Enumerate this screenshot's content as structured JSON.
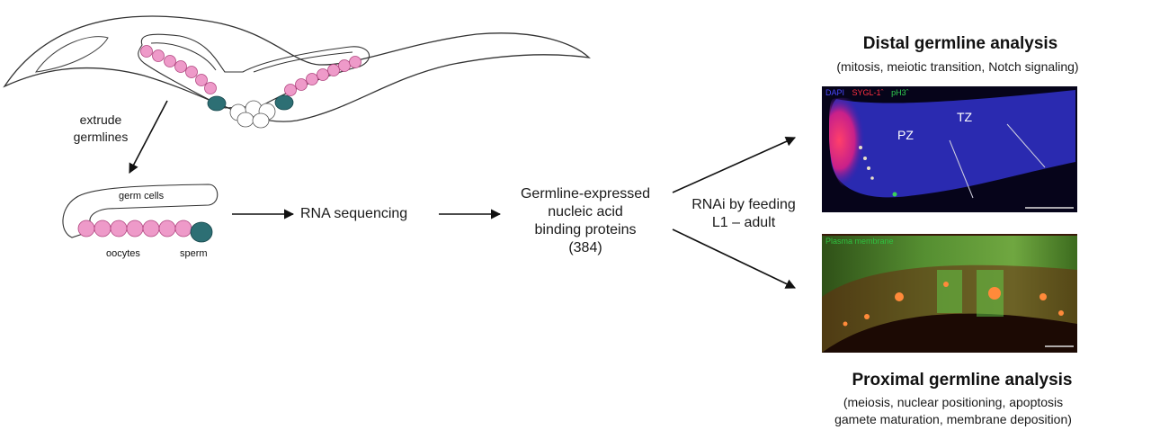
{
  "worm": {
    "label_extrude": [
      "extrude",
      "germlines"
    ]
  },
  "germline": {
    "germ_cells": "germ cells",
    "oocytes": "oocytes",
    "sperm": "sperm"
  },
  "flow": {
    "rna_seq": "RNA sequencing",
    "proteins": [
      "Germline-expressed",
      "nucleic acid",
      "binding proteins",
      "(384)"
    ],
    "rnai": [
      "RNAi by feeding",
      "L1 – adult"
    ]
  },
  "distal": {
    "title": "Distal germline analysis",
    "subtitle": "(mitosis, meiotic transition, Notch signaling)",
    "stain": {
      "dapi": "DAPI",
      "sygl": "SYGL-1ˆ",
      "ph3": "pH3ˆ"
    },
    "pz": "PZ",
    "tz": "TZ"
  },
  "proximal": {
    "title": "Proximal germline analysis",
    "subtitle_lines": [
      "(meiosis, nuclear positioning, apoptosis",
      "gamete maturation, membrane deposition)"
    ],
    "stain": "Plasma membrane"
  },
  "colors": {
    "oocyte_pink": "#ee9ac9",
    "sperm_teal": "#2d6f74",
    "dapi_blue": "#2a2ab0",
    "sygl_magenta": "#e0306a",
    "membrane_green": "#4ab33a"
  }
}
